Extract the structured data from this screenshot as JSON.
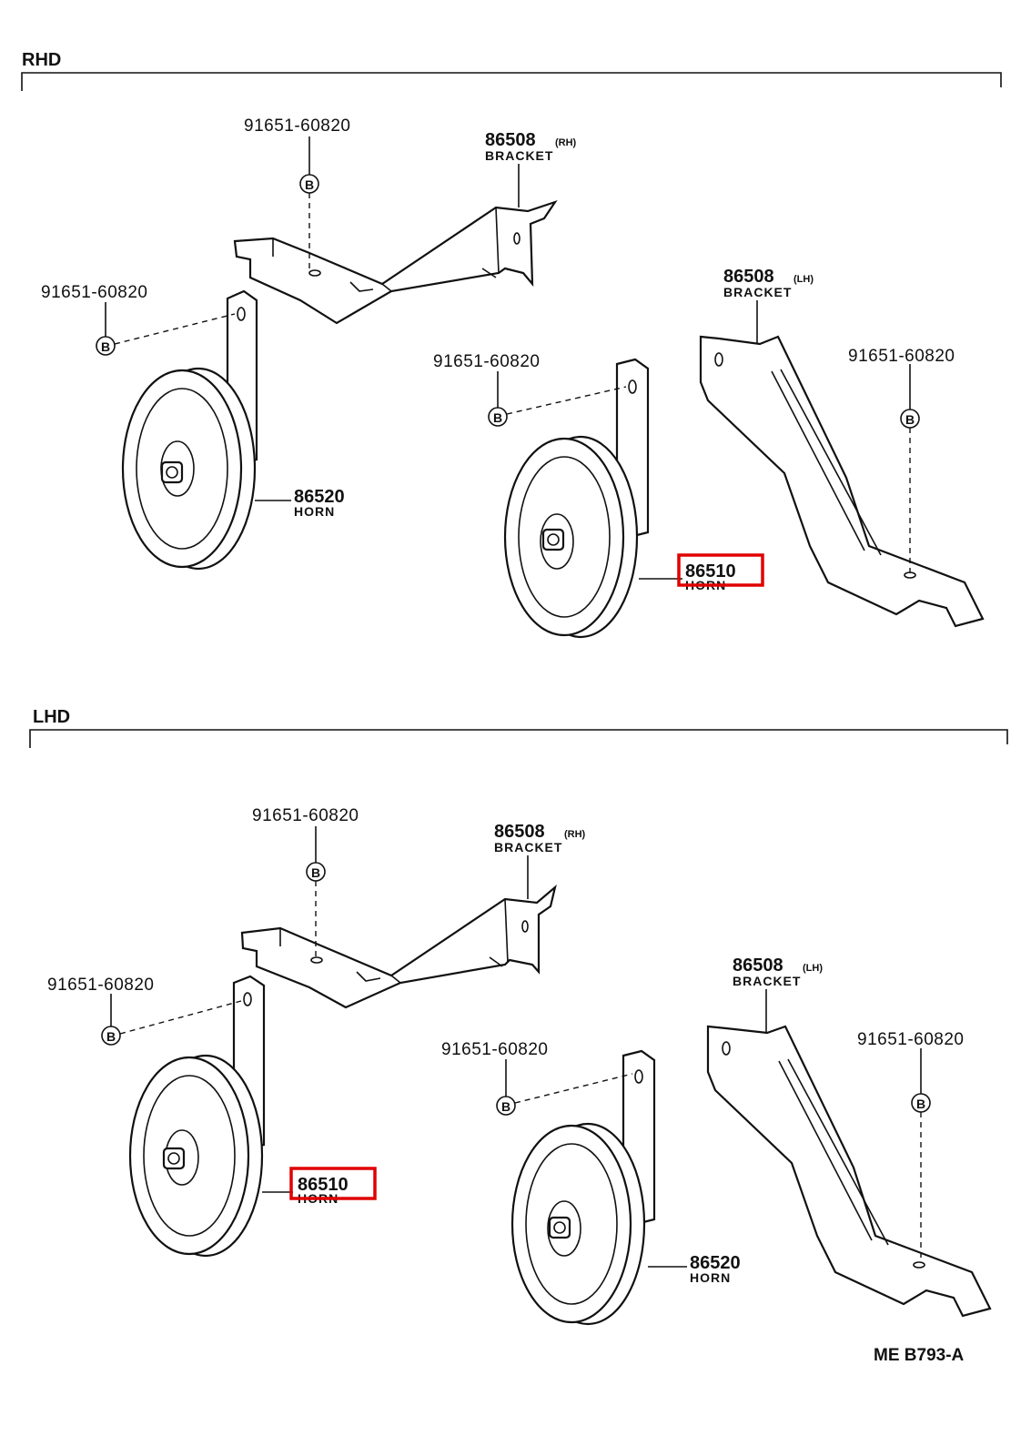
{
  "sections": [
    {
      "title": "RHD",
      "parts": {
        "bolt_top": "91651-60820",
        "bolt_left": "91651-60820",
        "bolt_mid": "91651-60820",
        "bolt_right": "91651-60820",
        "bracket_rh_no": "86508",
        "bracket_rh_suffix": "(RH)",
        "bracket_rh_name": "BRACKET",
        "bracket_lh_no": "86508",
        "bracket_lh_suffix": "(LH)",
        "bracket_lh_name": "BRACKET",
        "horn_a_no": "86520",
        "horn_a_name": "HORN",
        "horn_b_no": "86510",
        "horn_b_name": "HORN",
        "bolt_symbol": "B"
      }
    },
    {
      "title": "LHD",
      "parts": {
        "bolt_top": "91651-60820",
        "bolt_left": "91651-60820",
        "bolt_mid": "91651-60820",
        "bolt_right": "91651-60820",
        "bracket_rh_no": "86508",
        "bracket_rh_suffix": "(RH)",
        "bracket_rh_name": "BRACKET",
        "bracket_lh_no": "86508",
        "bracket_lh_suffix": "(LH)",
        "bracket_lh_name": "BRACKET",
        "horn_a_no": "86510",
        "horn_a_name": "HORN",
        "horn_b_no": "86520",
        "horn_b_name": "HORN",
        "bolt_symbol": "B"
      }
    }
  ],
  "reference_code": "ME B793-A",
  "highlight_color": "#e00000"
}
